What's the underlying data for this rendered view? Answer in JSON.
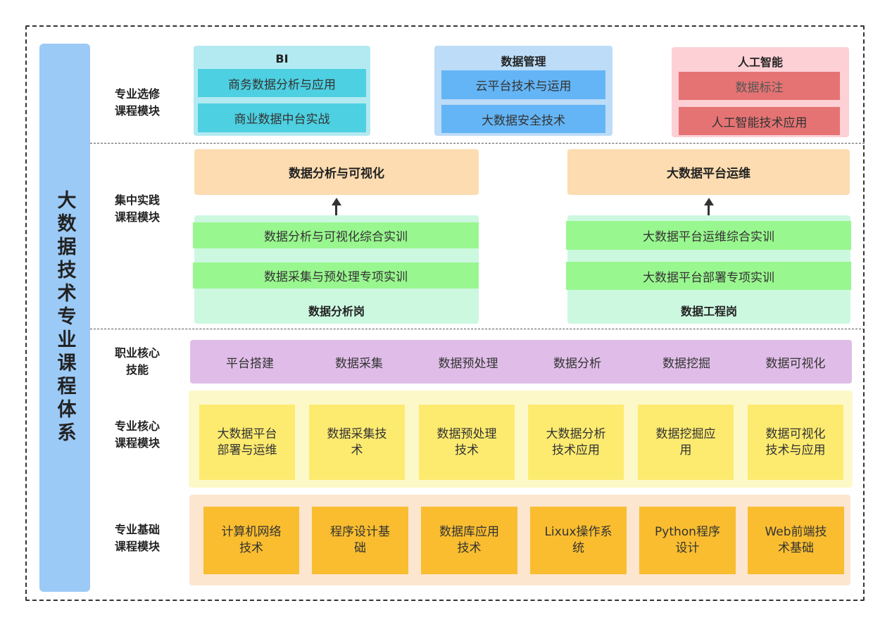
{
  "title": "大数据技术专业课程体系",
  "row_labels": {
    "elective": [
      "专业选修",
      "课程模块"
    ],
    "practice": [
      "集中实践",
      "课程模块"
    ],
    "skills": [
      "职业核心",
      "技能"
    ],
    "core": [
      "专业核心",
      "课程模块"
    ],
    "basic": [
      "专业基础",
      "课程模块"
    ]
  },
  "electives": [
    {
      "title": "BI",
      "items": [
        "商务数据分析与应用",
        "商业数据中台实战"
      ]
    },
    {
      "title": "数据管理",
      "items": [
        "云平台技术与运用",
        "大数据安全技术"
      ]
    },
    {
      "title": "人工智能",
      "items": [
        "数据标注",
        "人工智能技术应用"
      ]
    }
  ],
  "practice": [
    {
      "target": "数据分析与可视化",
      "items": [
        "数据分析与可视化综合实训",
        "数据采集与预处理专项实训"
      ],
      "post": "数据分析岗"
    },
    {
      "target": "大数据平台运维",
      "items": [
        "大数据平台运维综合实训",
        "大数据平台部署专项实训"
      ],
      "post": "数据工程岗"
    }
  ],
  "skills": [
    "平台搭建",
    "数据采集",
    "数据预处理",
    "数据分析",
    "数据挖掘",
    "数据可视化"
  ],
  "core_courses": [
    [
      "大数据平台",
      "部署与运维"
    ],
    [
      "数据采集技",
      "术"
    ],
    [
      "数据预处理",
      "技术"
    ],
    [
      "大数据分析",
      "技术应用"
    ],
    [
      "数据挖掘应",
      "用"
    ],
    [
      "数据可视化",
      "技术与应用"
    ]
  ],
  "basic_courses": [
    [
      "计算机网络",
      "技术"
    ],
    [
      "程序设计基",
      "础"
    ],
    [
      "数据库应用",
      "技术"
    ],
    [
      "Lixux操作系",
      "统"
    ],
    [
      "Python程序",
      "设计"
    ],
    [
      "Web前端技",
      "术基础"
    ]
  ],
  "colors": {
    "sidebar": "#9ccaf6",
    "bi_bg": "#b3eaf1",
    "bi_item": "#4dd0e1",
    "dm_bg": "#bcdcf8",
    "dm_item": "#64b5f6",
    "ai_bg": "#fdd0d6",
    "ai_item": "#e57373",
    "target": "#fcdcb0",
    "practice_bg": "#ccf8e0",
    "practice_item": "#99f78f",
    "skills": "#e0bde8",
    "core_bg": "#fdf8c8",
    "core_item": "#fdeb70",
    "basic_bg": "#fde6cf",
    "basic_item": "#f9bd2f"
  }
}
